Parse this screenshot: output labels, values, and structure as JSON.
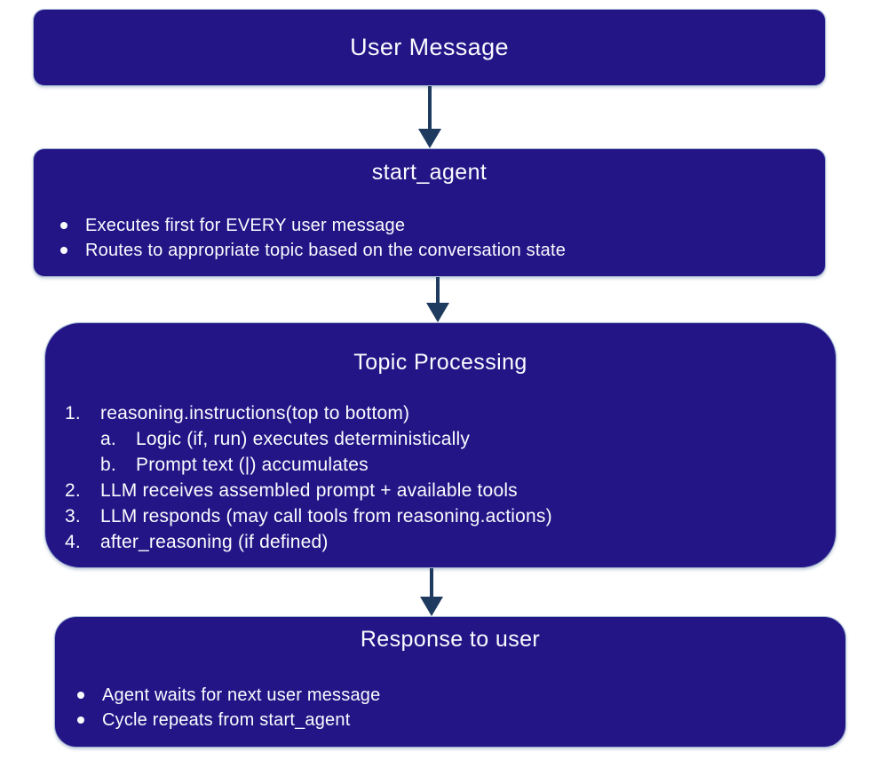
{
  "colors": {
    "box_fill": "#241587",
    "box_border": "#9fb4d0",
    "arrow": "#1e3a5f",
    "text": "#fbfbfe",
    "background": "#ffffff"
  },
  "flow": {
    "boxes": [
      {
        "id": "user-message",
        "title": "User Message",
        "items": []
      },
      {
        "id": "start-agent",
        "title": "start_agent",
        "items": [
          "Executes first for EVERY user message",
          "Routes to appropriate topic based on the conversation state"
        ]
      },
      {
        "id": "topic-processing",
        "title": "Topic Processing",
        "items": [
          {
            "marker": "1.",
            "text": "reasoning.instructions(top to bottom)"
          },
          {
            "marker": "a.",
            "text": "Logic (if, run) executes deterministically"
          },
          {
            "marker": "b.",
            "text": "Prompt text (|) accumulates"
          },
          {
            "marker": "2.",
            "text": "LLM receives assembled prompt + available tools"
          },
          {
            "marker": "3.",
            "text": "LLM responds (may call tools from reasoning.actions)"
          },
          {
            "marker": "4.",
            "text": "after_reasoning (if defined)"
          }
        ]
      },
      {
        "id": "response-to-user",
        "title": "Response to user",
        "items": [
          "Agent waits for next user message",
          "Cycle repeats from start_agent"
        ]
      }
    ]
  }
}
